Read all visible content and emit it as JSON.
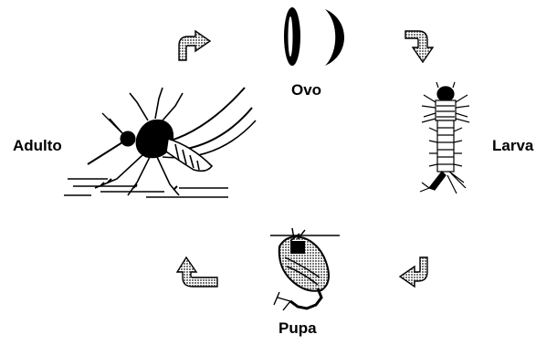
{
  "diagram": {
    "stages": [
      {
        "id": "ovo",
        "label": "Ovo",
        "icon": "egg-icon"
      },
      {
        "id": "larva",
        "label": "Larva",
        "icon": "larva-icon"
      },
      {
        "id": "pupa",
        "label": "Pupa",
        "icon": "pupa-icon"
      },
      {
        "id": "adulto",
        "label": "Adulto",
        "icon": "mosquito-icon"
      }
    ],
    "arrows": [
      {
        "from": "adulto",
        "to": "ovo",
        "icon": "arrow-icon"
      },
      {
        "from": "ovo",
        "to": "larva",
        "icon": "arrow-icon"
      },
      {
        "from": "larva",
        "to": "pupa",
        "icon": "arrow-icon"
      },
      {
        "from": "pupa",
        "to": "adulto",
        "icon": "arrow-icon"
      }
    ],
    "colors": {
      "ink": "#000000",
      "arrow_fill": "#9a9a9a",
      "background": "#ffffff"
    }
  }
}
